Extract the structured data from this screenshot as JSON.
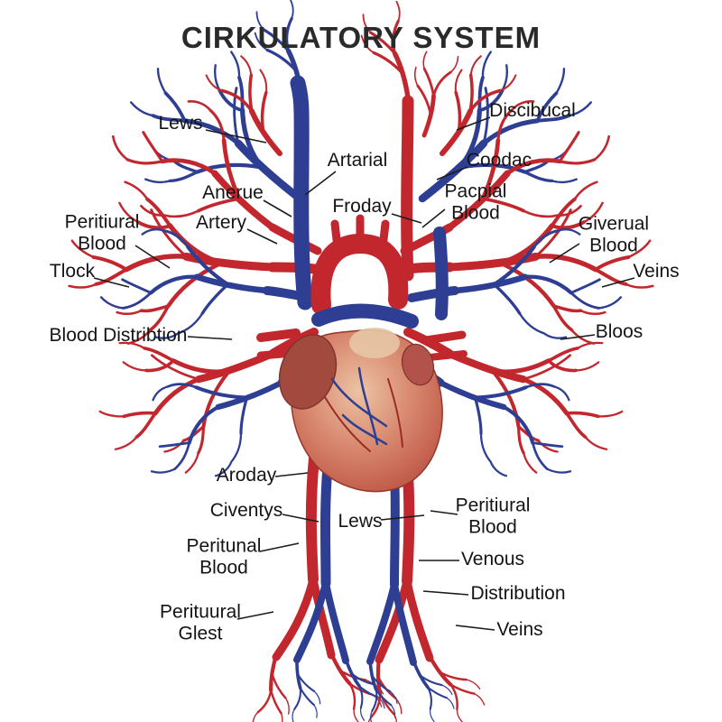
{
  "title": "CIRKULATORY SYSTEM",
  "colors": {
    "artery": "#c2272e",
    "vein": "#2e3f93",
    "heart": "#d98a70",
    "text": "#141414",
    "leader": "#1c1c1c",
    "bg": "#ffffff"
  },
  "labels": [
    {
      "id": "lews-upper-left",
      "text": "Lews"
    },
    {
      "id": "artarial",
      "text": "Artarial"
    },
    {
      "id": "anerue",
      "text": "Anerue"
    },
    {
      "id": "froday",
      "text": "Froday"
    },
    {
      "id": "artery",
      "text": "Artery"
    },
    {
      "id": "peritiural-blood-left",
      "text": "Peritiural\nBlood"
    },
    {
      "id": "tlock",
      "text": "Tlock"
    },
    {
      "id": "blood-distribtion",
      "text": "Blood Distribtion"
    },
    {
      "id": "discibucal",
      "text": "Discibucal"
    },
    {
      "id": "coodac",
      "text": "Coodac"
    },
    {
      "id": "pacpial-blood",
      "text": "Pacpial\nBlood"
    },
    {
      "id": "giverual-blood",
      "text": "Giverual\nBlood"
    },
    {
      "id": "veins-right",
      "text": "Veins"
    },
    {
      "id": "bloos",
      "text": "Bloos"
    },
    {
      "id": "aroday",
      "text": "Aroday"
    },
    {
      "id": "civentys",
      "text": "Civentys"
    },
    {
      "id": "lews-lower",
      "text": "Lews"
    },
    {
      "id": "peritunal-blood",
      "text": "Peritunal\nBlood"
    },
    {
      "id": "peritiural-blood-right",
      "text": "Peritiural\nBlood"
    },
    {
      "id": "venous",
      "text": "Venous"
    },
    {
      "id": "distribution",
      "text": "Distribution"
    },
    {
      "id": "veins-bottom",
      "text": "Veins"
    },
    {
      "id": "perituural-glest",
      "text": "Perituural\nGlest"
    }
  ]
}
